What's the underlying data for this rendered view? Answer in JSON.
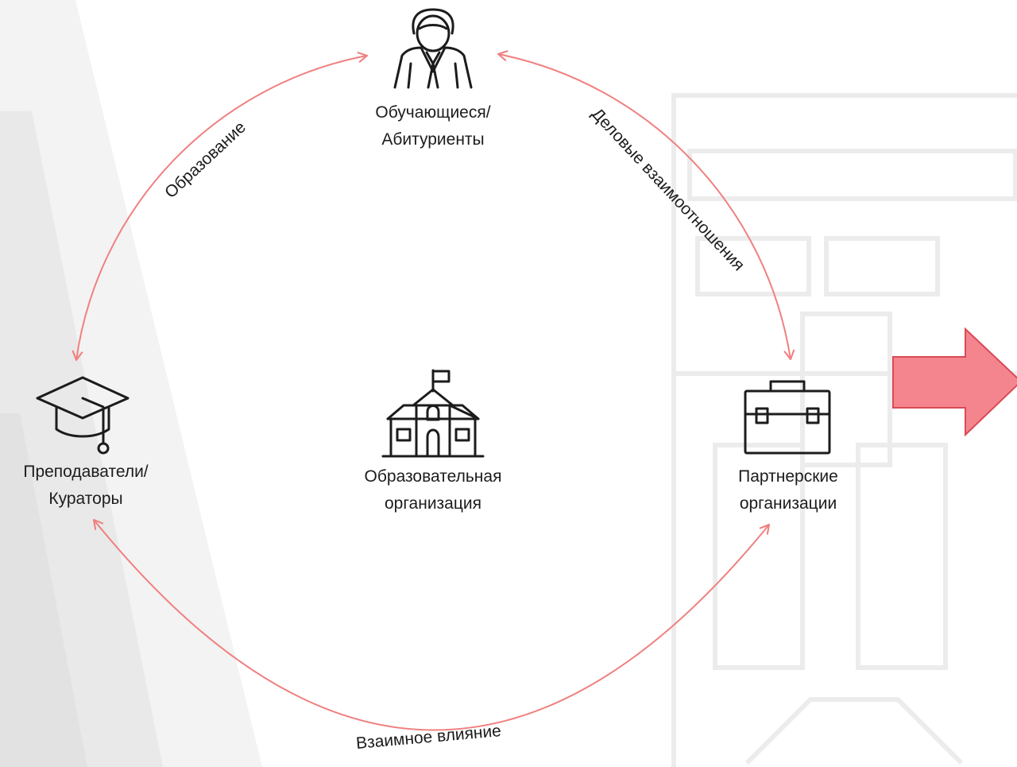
{
  "nodes": {
    "students": {
      "icon": "student-icon",
      "line1": "Обучающиеся/",
      "line2": "Абитуриенты"
    },
    "teachers": {
      "icon": "graduation-cap-icon",
      "line1": "Преподаватели/",
      "line2": "Кураторы"
    },
    "organization": {
      "icon": "school-building-icon",
      "line1": "Образовательная",
      "line2": "организация"
    },
    "partners": {
      "icon": "briefcase-icon",
      "line1": "Партнерские",
      "line2": "организации"
    }
  },
  "relations": {
    "education": "Образование",
    "business": "Деловые взаимоотношения",
    "influence": "Взаимное влияние"
  },
  "colors": {
    "arc": "#f08080",
    "arrow_fill": "#f4858f",
    "arrow_stroke": "#d94a56",
    "icon": "#1c1c1c",
    "watermark": "#ececec",
    "band": "#f1f1f1"
  }
}
